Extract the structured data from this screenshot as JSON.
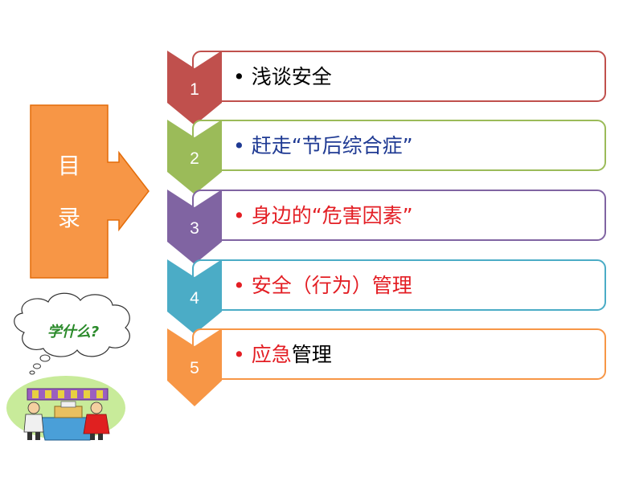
{
  "side": {
    "chars": [
      "目",
      "录"
    ],
    "color": "#f79646"
  },
  "bubble": {
    "text": "学什么?"
  },
  "items": [
    {
      "num": "1",
      "color": "#c0504d",
      "parts": [
        {
          "t": "浅谈安全",
          "c": "#000000"
        }
      ]
    },
    {
      "num": "2",
      "color": "#9bbb59",
      "parts": [
        {
          "t": "赶走“节后综合症”",
          "c": "#1f3a93"
        }
      ]
    },
    {
      "num": "3",
      "color": "#8064a2",
      "parts": [
        {
          "t": "身边的“危害因素”",
          "c": "#e31e24"
        }
      ]
    },
    {
      "num": "4",
      "color": "#4bacc6",
      "parts": [
        {
          "t": "安全（行为）管理",
          "c": "#e31e24"
        }
      ]
    },
    {
      "num": "5",
      "color": "#f79646",
      "parts": [
        {
          "t": "应急",
          "c": "#e31e24"
        },
        {
          "t": "管理",
          "c": "#000000"
        }
      ]
    }
  ]
}
